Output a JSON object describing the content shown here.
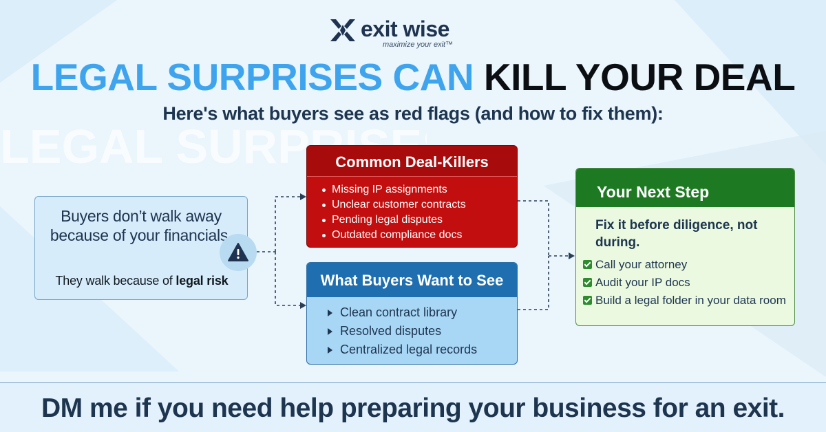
{
  "brand": {
    "name": "exit wise",
    "tagline": "maximize your exit™",
    "logo_icon": "exitwise-x-arrows-icon"
  },
  "headline": {
    "part1": "LEGAL SURPRISES CAN",
    "part2": "KILL YOUR DEAL"
  },
  "subhead": "Here's what buyers see as red flags (and how to fix them):",
  "ghost_text": "LEGAL SURPRISES",
  "intro_card": {
    "main": "Buyers don’t walk away because of your financials.",
    "sub_prefix": "They walk because of ",
    "sub_emphasis": "legal risk",
    "icon": "alert-triangle-icon"
  },
  "deal_killers": {
    "title": "Common Deal-Killers",
    "items": [
      "Missing IP assignments",
      "Unclear customer contracts",
      "Pending legal disputes",
      "Outdated compliance docs"
    ]
  },
  "buyers_want": {
    "title": "What Buyers Want to See",
    "items": [
      "Clean contract library",
      "Resolved disputes",
      "Centralized legal records"
    ]
  },
  "next_step": {
    "title": "Your Next Step",
    "lead": "Fix it before diligence, not during.",
    "items": [
      "Call your attorney",
      "Audit your IP docs",
      "Build a legal folder in your data room"
    ]
  },
  "footer": "DM me if you need help preparing your business for an exit.",
  "colors": {
    "background": "#eaf5fc",
    "headline_blue": "#3ea4ee",
    "navy": "#1e3550",
    "red": "#c20e0e",
    "blue_header": "#1f6fb0",
    "blue_card": "#a8d6f5",
    "green_header": "#1d7a22",
    "green_card": "#eaf9df"
  }
}
